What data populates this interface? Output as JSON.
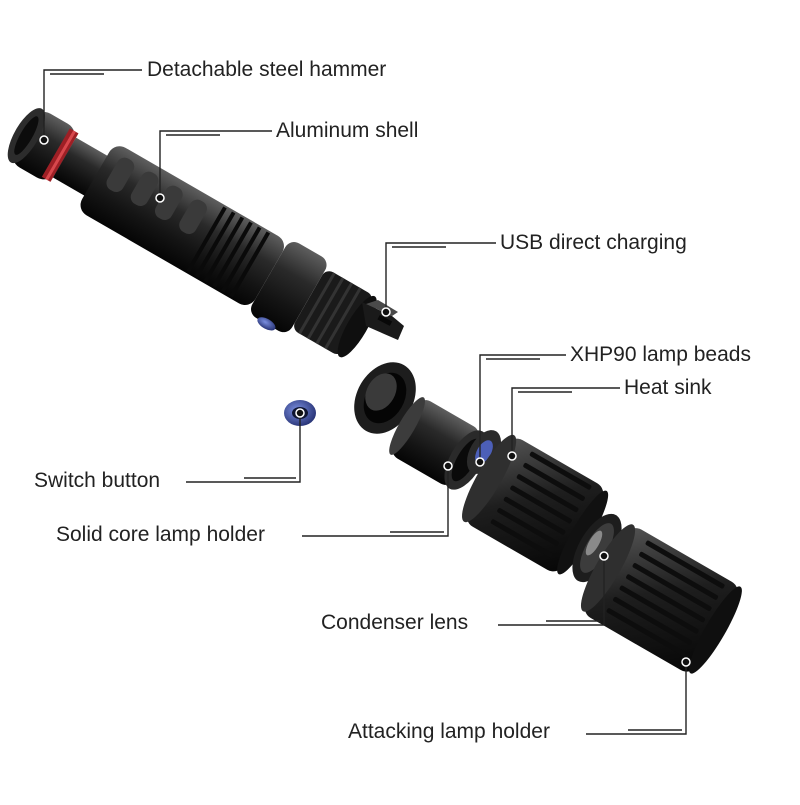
{
  "labels": {
    "hammer": "Detachable steel hammer",
    "shell": "Aluminum shell",
    "usb": "USB direct charging",
    "beads": "XHP90 lamp beads",
    "heatsink": "Heat sink",
    "switch": "Switch button",
    "holder": "Solid core lamp holder",
    "lens": "Condenser lens",
    "attack": "Attacking lamp holder"
  },
  "colors": {
    "body": "#1c1c1c",
    "body_dark": "#0b0b0b",
    "highlight": "#5a5a5a",
    "red_ring": "#b3262b",
    "blue_button": "#3b4fa8",
    "line": "#222222"
  }
}
